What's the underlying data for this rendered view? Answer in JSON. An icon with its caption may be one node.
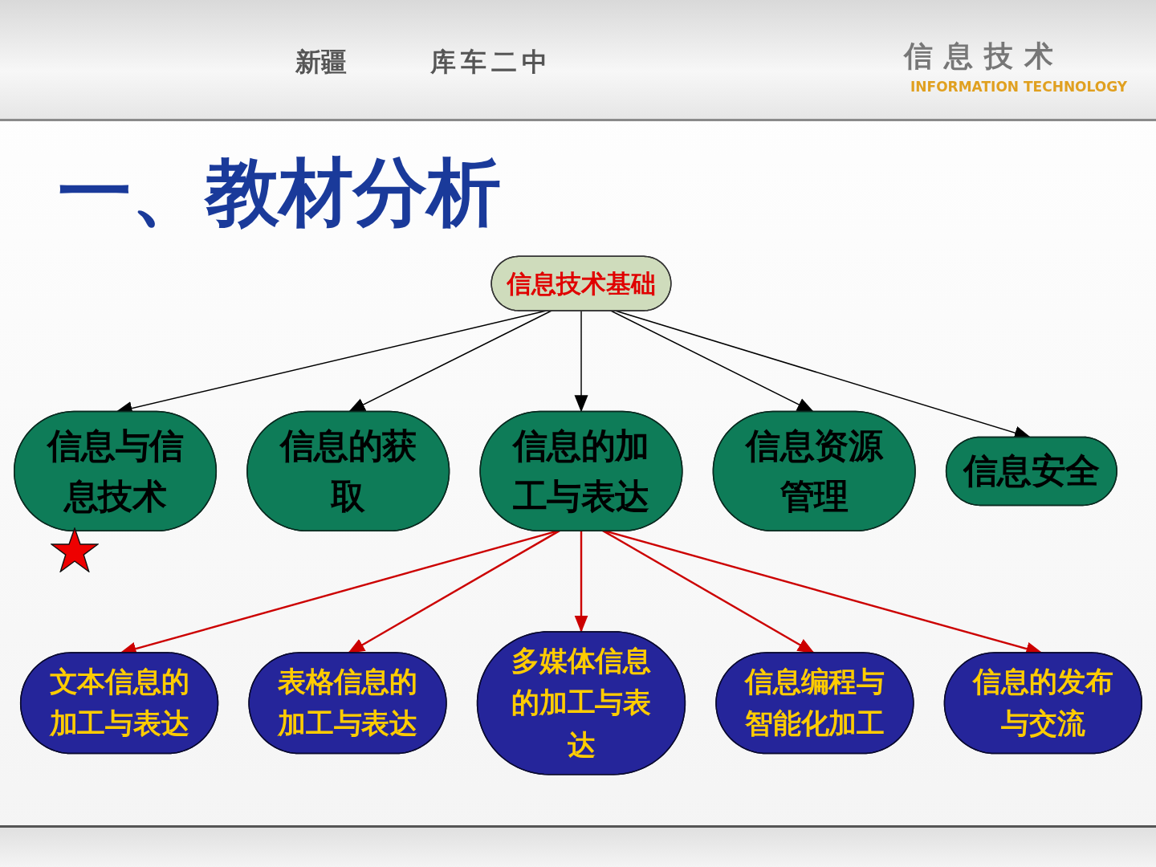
{
  "diagram": {
    "title": "一、教材分析",
    "nodes": [
      {
        "text": [
          "信息技术基础"
        ]
      },
      {
        "text": [
          "信息与信息技术"
        ]
      },
      {
        "text": [
          "信息的获取"
        ]
      },
      {
        "text": [
          "信息的加工与表达"
        ]
      },
      {
        "text": [
          "信息资源管理"
        ]
      },
      {
        "text": [
          "信息安全"
        ]
      },
      {
        "text": [
          "文本信息的加工与表达"
        ]
      },
      {
        "text": [
          "表格信息的加工与表达"
        ]
      },
      {
        "text": [
          "多媒体信息的加工与表达"
        ]
      },
      {
        "text": [
          "信息编程与智能化加工"
        ]
      },
      {
        "text": [
          "信息的发布与交流"
        ]
      }
    ],
    "edges": [
      {
        "from": 0,
        "to": 1,
        "arrow": "to"
      },
      {
        "from": 0,
        "to": 2,
        "arrow": "to"
      },
      {
        "from": 0,
        "to": 3,
        "arrow": "to"
      },
      {
        "from": 0,
        "to": 4,
        "arrow": "to"
      },
      {
        "from": 0,
        "to": 5,
        "arrow": "to"
      },
      {
        "from": 3,
        "to": 6,
        "arrow": "to",
        "color": "#cc0000"
      },
      {
        "from": 3,
        "to": 7,
        "arrow": "to",
        "color": "#cc0000"
      },
      {
        "from": 3,
        "to": 8,
        "arrow": "to",
        "color": "#cc0000"
      },
      {
        "from": 3,
        "to": 9,
        "arrow": "to",
        "color": "#cc0000"
      },
      {
        "from": 3,
        "to": 10,
        "arrow": "to",
        "color": "#cc0000"
      }
    ],
    "labels": [
      "新疆",
      "库车二中",
      "信息技术",
      "INFORMATION TECHNOLOGY"
    ]
  }
}
